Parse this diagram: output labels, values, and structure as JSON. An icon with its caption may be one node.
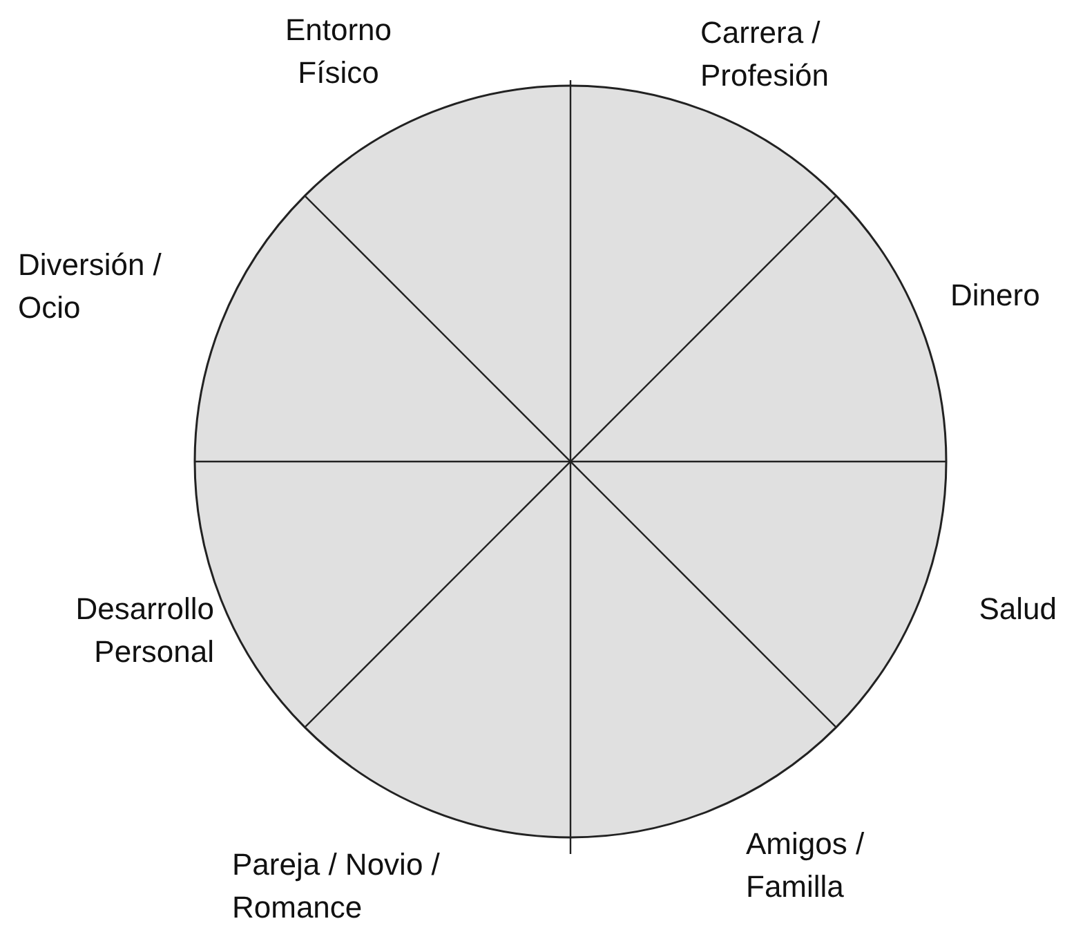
{
  "diagram": {
    "labels": [
      "Entorno Físico",
      "Carrera / Profesión",
      "Diversión / Ocio",
      "Dinero",
      "Desarrollo Personal",
      "Salud",
      "Amigos / Familla",
      "Pareja / Novio / Romance"
    ]
  }
}
